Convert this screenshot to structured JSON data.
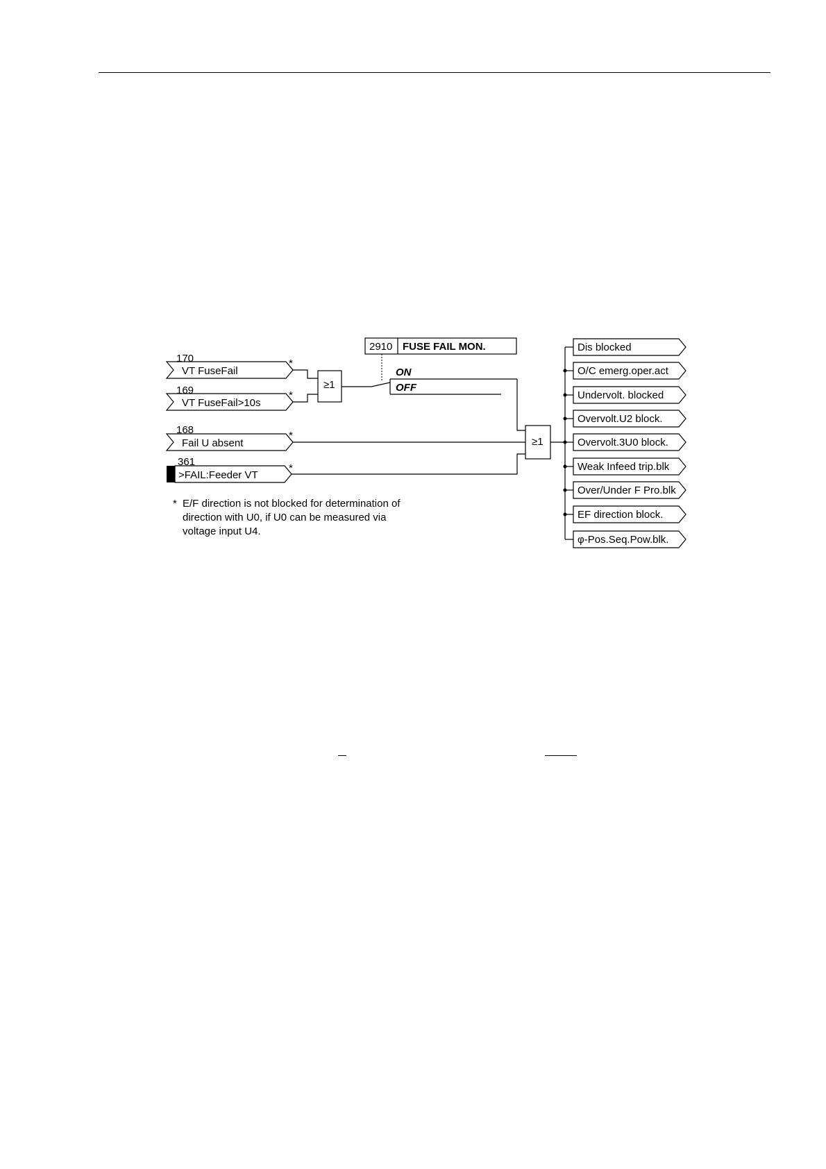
{
  "setting": {
    "address": "2910",
    "name": "FUSE FAIL MON.",
    "option_on": "ON",
    "option_off": "OFF"
  },
  "or_gate_symbol": "≥1",
  "inputs": [
    {
      "number": "170",
      "label": "VT FuseFail",
      "mark": "*"
    },
    {
      "number": "169",
      "label": "VT FuseFail>10s",
      "mark": "*"
    },
    {
      "number": "168",
      "label": "Fail U absent",
      "mark": "*"
    },
    {
      "number": "361",
      "label": ">FAIL:Feeder VT",
      "mark": "*"
    }
  ],
  "outputs": [
    "Dis blocked",
    "O/C emerg.oper.act",
    "Undervolt. blocked",
    "Overvolt.U2 block.",
    "Overvolt.3U0 block.",
    "Weak Infeed trip.blk",
    "Over/Under F Pro.blk",
    "EF direction block.",
    "φ-Pos.Seq.Pow.blk."
  ],
  "footnote": {
    "mark": "*",
    "lines": [
      "E/F direction is not blocked for determination of",
      "direction with U0, if U0 can be measured via",
      "voltage input U4."
    ]
  }
}
